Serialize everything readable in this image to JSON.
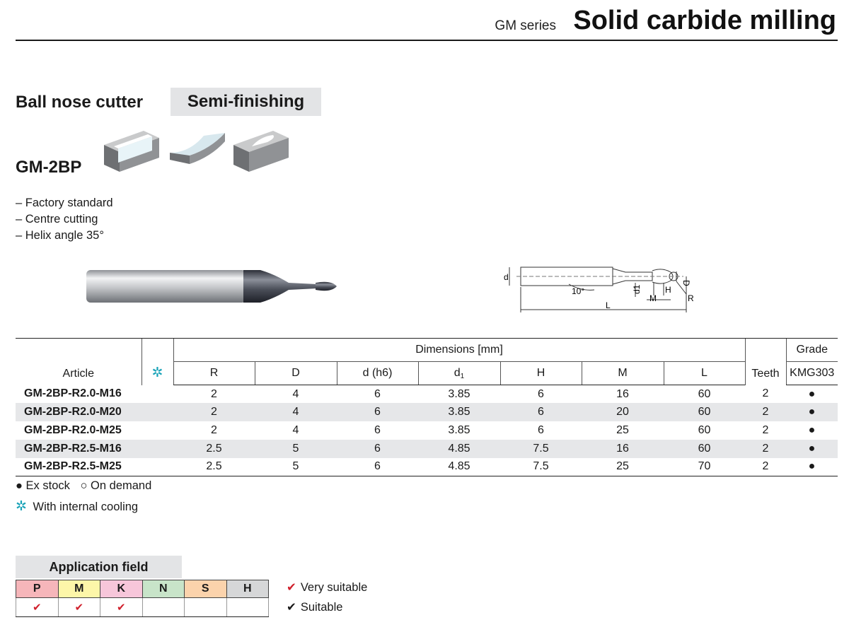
{
  "header": {
    "series": "GM series",
    "title": "Solid carbide milling"
  },
  "product": {
    "type": "Ball nose cutter",
    "finish": "Semi-finishing",
    "model": "GM-2BP",
    "features": [
      "– Factory standard",
      "– Centre cutting",
      "– Helix angle 35°"
    ]
  },
  "drawing_labels": {
    "d": "d",
    "angle": "10°",
    "d1": "d1",
    "H": "H",
    "M": "M",
    "L": "L",
    "D": "D",
    "R": "R"
  },
  "table": {
    "article_header": "Article",
    "cooling_symbol": "✲",
    "dimensions_header": "Dimensions [mm]",
    "dimension_columns": [
      "R",
      "D",
      "d (h6)",
      "d",
      "H",
      "M",
      "L"
    ],
    "d1_subscript": "1",
    "teeth_header": "Teeth",
    "grade_header": "Grade",
    "grade_name": "KMG303",
    "rows": [
      {
        "article": "GM-2BP-R2.0-M16",
        "R": "2",
        "D": "4",
        "d": "6",
        "d1": "3.85",
        "H": "6",
        "M": "16",
        "L": "60",
        "teeth": "2",
        "grade": "●"
      },
      {
        "article": "GM-2BP-R2.0-M20",
        "R": "2",
        "D": "4",
        "d": "6",
        "d1": "3.85",
        "H": "6",
        "M": "20",
        "L": "60",
        "teeth": "2",
        "grade": "●"
      },
      {
        "article": "GM-2BP-R2.0-M25",
        "R": "2",
        "D": "4",
        "d": "6",
        "d1": "3.85",
        "H": "6",
        "M": "25",
        "L": "60",
        "teeth": "2",
        "grade": "●"
      },
      {
        "article": "GM-2BP-R2.5-M16",
        "R": "2.5",
        "D": "5",
        "d": "6",
        "d1": "4.85",
        "H": "7.5",
        "M": "16",
        "L": "60",
        "teeth": "2",
        "grade": "●"
      },
      {
        "article": "GM-2BP-R2.5-M25",
        "R": "2.5",
        "D": "5",
        "d": "6",
        "d1": "4.85",
        "H": "7.5",
        "M": "25",
        "L": "70",
        "teeth": "2",
        "grade": "●"
      }
    ]
  },
  "legend": {
    "ex_stock": "● Ex stock",
    "on_demand": "○ On demand",
    "cooling_symbol": "✲",
    "cooling": "With internal cooling"
  },
  "application": {
    "title": "Application field",
    "materials": [
      {
        "code": "P",
        "color": "#f6b6ba",
        "mark": "✔"
      },
      {
        "code": "M",
        "color": "#fdf6a9",
        "mark": "✔"
      },
      {
        "code": "K",
        "color": "#f7c6da",
        "mark": "✔"
      },
      {
        "code": "N",
        "color": "#c8e4c9",
        "mark": ""
      },
      {
        "code": "S",
        "color": "#fbd3ac",
        "mark": ""
      },
      {
        "code": "H",
        "color": "#d6d7d8",
        "mark": ""
      }
    ],
    "very_suitable": "Very suitable",
    "suitable": "Suitable",
    "check_symbol": "✔"
  }
}
